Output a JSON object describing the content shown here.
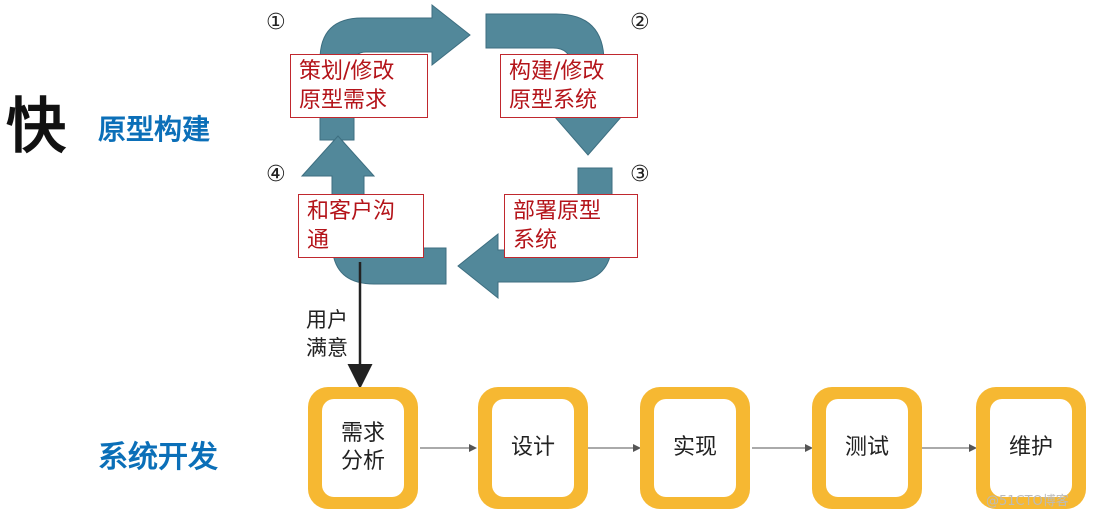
{
  "title": {
    "kuai": "快",
    "subtitle": "原型构建",
    "dev": "系统开发"
  },
  "cycle": {
    "step1": {
      "num": "①",
      "label_line1": "策划/修改",
      "label_line2": "原型需求"
    },
    "step2": {
      "num": "②",
      "label_line1": "构建/修改",
      "label_line2": "原型系统"
    },
    "step3": {
      "num": "③",
      "label_line1": "部署原型",
      "label_line2": "系统"
    },
    "step4": {
      "num": "④",
      "label_line1": "和客户沟",
      "label_line2": "通"
    }
  },
  "exit_label": {
    "line1": "用户",
    "line2": "满意"
  },
  "stages": [
    {
      "line1": "需求",
      "line2": "分析"
    },
    {
      "line1": "设计",
      "line2": ""
    },
    {
      "line1": "实现",
      "line2": ""
    },
    {
      "line1": "测试",
      "line2": ""
    },
    {
      "line1": "维护",
      "line2": ""
    }
  ],
  "watermark": "@51CTO博客",
  "colors": {
    "arrow_teal": "#52889a",
    "box_red": "#c0282e",
    "text_red": "#b4141a",
    "title_blue": "#0b6fb8",
    "stage_yellow": "#f6b832"
  }
}
